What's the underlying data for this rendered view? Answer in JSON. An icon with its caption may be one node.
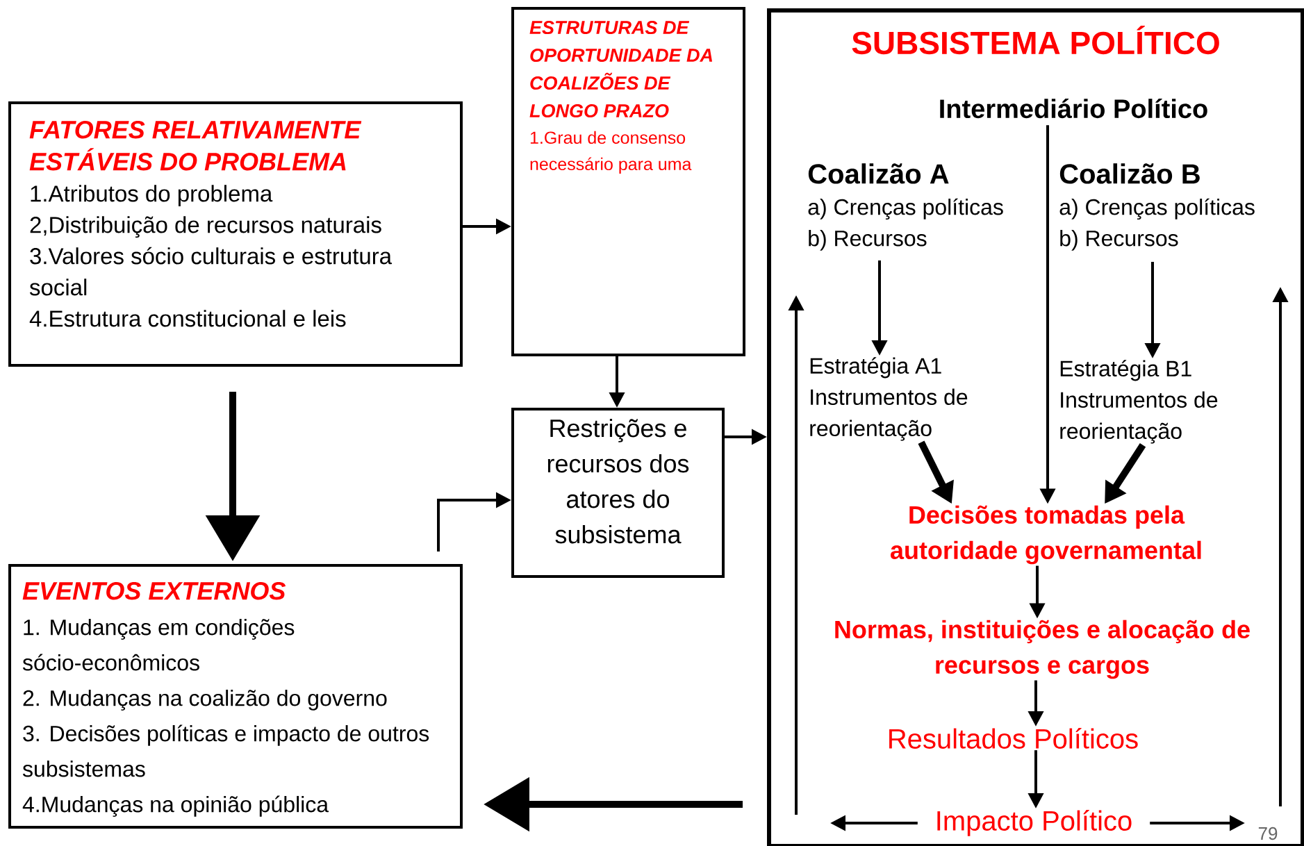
{
  "diagram": {
    "nodes": [
      {
        "text": [
          "FATORES RELATIVAMENTE ESTÁVEIS DO PROBLEMA",
          "1.Atributos do problema",
          "2,Distribuição de recursos naturais",
          "3.Valores sócio culturais e estrutura social",
          "4.Estrutura constitucional e leis"
        ]
      },
      {
        "text": [
          "ESTRUTURAS DE OPORTUNIDADE DA COALIZÕES DE LONGO PRAZO",
          "1.Grau de consenso necessário para uma"
        ]
      },
      {
        "text": [
          "Restrições e recursos dos atores do subsistema"
        ]
      },
      {
        "text": [
          "EVENTOS EXTERNOS",
          "1. Mudanças em condições sócio-econômicos",
          "2. Mudanças na coalizão do governo",
          "3. Decisões políticas e impacto de outros subsistemas",
          "4.Mudanças na opinião pública"
        ]
      },
      {
        "text": [
          "SUBSISTEMA POLÍTICO"
        ]
      },
      {
        "text": [
          "Intermediário Político"
        ],
        "in": 4
      },
      {
        "text": [
          "Coalizão A",
          "a) Crenças políticas",
          "b) Recursos"
        ],
        "in": 4
      },
      {
        "text": [
          "Coalizão B",
          "a) Crenças políticas",
          "b) Recursos"
        ],
        "in": 4
      },
      {
        "text": [
          "Estratégia A1",
          "Instrumentos de reorientação"
        ],
        "in": 4
      },
      {
        "text": [
          "Estratégia B1",
          "Instrumentos de reorientação"
        ],
        "in": 4
      },
      {
        "text": [
          "Decisões tomadas pela autoridade governamental"
        ],
        "in": 4
      },
      {
        "text": [
          "Normas, instituições e alocação de recursos e cargos"
        ],
        "in": 4
      },
      {
        "text": [
          "Resultados Políticos"
        ],
        "in": 4
      },
      {
        "text": [
          "Impacto Político"
        ],
        "in": 4
      }
    ],
    "edges": [
      {
        "from": 0,
        "to": 1,
        "arrow": "to"
      },
      {
        "from": 1,
        "to": 2,
        "arrow": "to"
      },
      {
        "from": 0,
        "to": 3,
        "arrow": "to",
        "style": "thick"
      },
      {
        "from": 3,
        "to": 2,
        "arrow": "to"
      },
      {
        "from": 2,
        "to": 4,
        "arrow": "to"
      },
      {
        "from": 4,
        "to": 3,
        "arrow": "to",
        "style": "thick"
      },
      {
        "from": 5,
        "to": 10,
        "arrow": "to"
      },
      {
        "from": 6,
        "to": 8,
        "arrow": "to"
      },
      {
        "from": 7,
        "to": 9,
        "arrow": "to"
      },
      {
        "from": 8,
        "to": 10,
        "arrow": "to",
        "style": "thick"
      },
      {
        "from": 9,
        "to": 10,
        "arrow": "to",
        "style": "thick"
      },
      {
        "from": 10,
        "to": 11,
        "arrow": "to"
      },
      {
        "from": 11,
        "to": 12,
        "arrow": "to"
      },
      {
        "from": 12,
        "to": 13,
        "arrow": "to"
      },
      {
        "from": 13,
        "to": null,
        "arrow": "to"
      },
      {
        "from": 13,
        "to": null,
        "arrow": "to"
      }
    ],
    "labels": [
      "79"
    ]
  }
}
